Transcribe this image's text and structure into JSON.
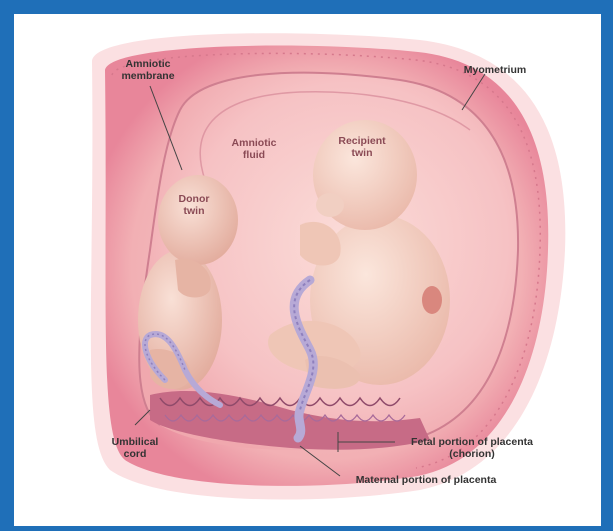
{
  "figure": {
    "colors": {
      "frame_border": "#1f6fb8",
      "background": "#ffffff",
      "uterine_wall": "#e8869a",
      "amniotic_fluid": "#f6c2c4",
      "fetus_skin": "#f3d3c4",
      "umbilical_cord": "#b7a9d6",
      "placenta": "#c76b86",
      "label_lines": "#444444"
    },
    "labels": {
      "amniotic_membrane_1": "Amniotic",
      "amniotic_membrane_2": "membrane",
      "myometrium": "Myometrium",
      "amniotic_fluid_1": "Amniotic",
      "amniotic_fluid_2": "fluid",
      "recipient_twin_1": "Recipient",
      "recipient_twin_2": "twin",
      "donor_twin_1": "Donor",
      "donor_twin_2": "twin",
      "umbilical_cord_1": "Umbilical",
      "umbilical_cord_2": "cord",
      "fetal_placenta_1": "Fetal portion of placenta",
      "fetal_placenta_2": "(chorion)",
      "maternal_placenta": "Maternal portion of placenta"
    }
  }
}
